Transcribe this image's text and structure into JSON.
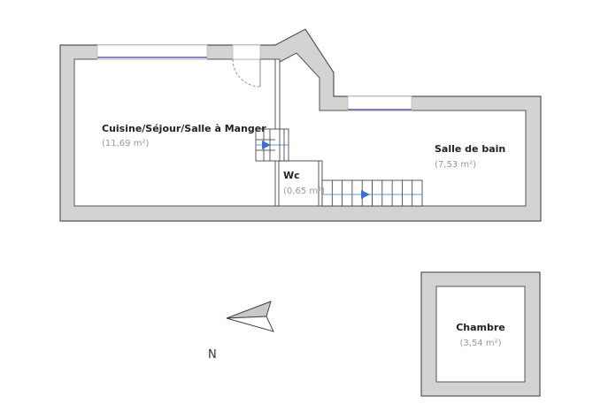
{
  "rooms": {
    "living": {
      "name": "Cuisine/Séjour/Salle à Manger",
      "area": "(11,69 m²)"
    },
    "bathroom": {
      "name": "Salle de bain",
      "area": "(7,53 m²)"
    },
    "wc": {
      "name": "Wc",
      "area": "(0,65 m²)"
    },
    "bedroom": {
      "name": "Chambre",
      "area": "(3,54 m²)"
    }
  },
  "compass": {
    "label": "N"
  },
  "colors": {
    "wall": "#d3d3d3",
    "window": "#5a5aa8",
    "stair_arrow": "#3b6fd6"
  }
}
